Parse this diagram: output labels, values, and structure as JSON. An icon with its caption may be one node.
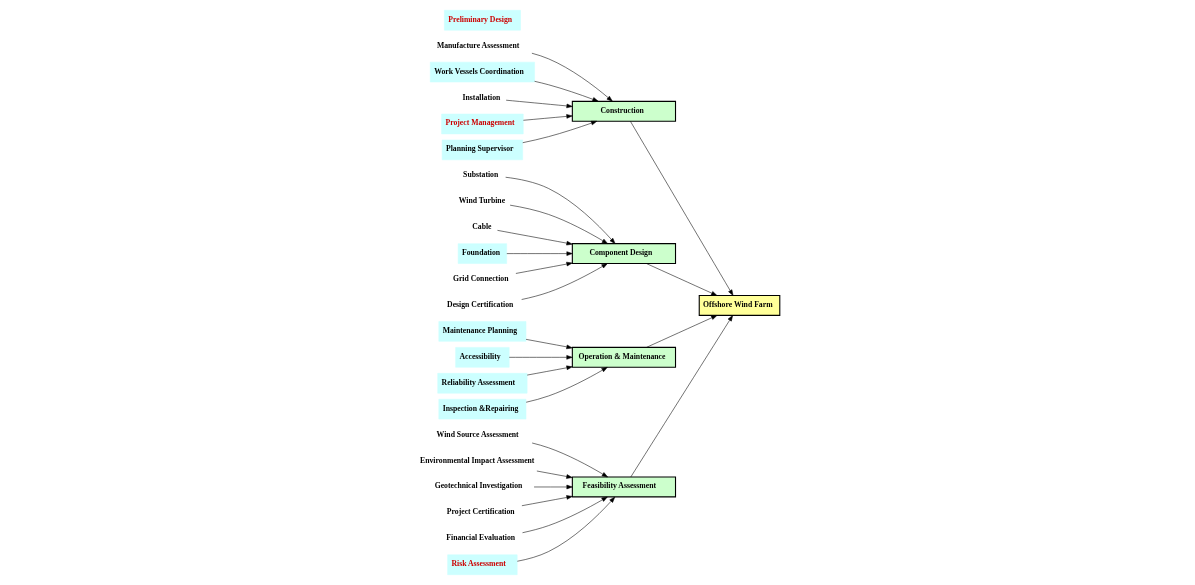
{
  "diagram": {
    "nodes": [
      {
        "text": [
          "Feasibility Assessment"
        ]
      },
      {
        "text": [
          "Wind Source Assessment"
        ]
      },
      {
        "text": [
          "Environmental Impact Assessment"
        ]
      },
      {
        "text": [
          "Geotechnical Investigation"
        ]
      },
      {
        "text": [
          "Preliminary Design"
        ]
      },
      {
        "text": [
          "Project Certification"
        ]
      },
      {
        "text": [
          "Financial Evaluation"
        ]
      },
      {
        "text": [
          "Risk Assessment"
        ]
      },
      {
        "text": [
          "Construction"
        ]
      },
      {
        "text": [
          "Manufacture Assessment"
        ]
      },
      {
        "text": [
          "Work Vessels Coordination"
        ]
      },
      {
        "text": [
          "Installation"
        ]
      },
      {
        "text": [
          "Project Management"
        ]
      },
      {
        "text": [
          "Planning Supervisor"
        ]
      },
      {
        "text": [
          "Offshore Wind Farm"
        ]
      },
      {
        "text": [
          "Substation"
        ]
      },
      {
        "text": [
          "Wind Turbine"
        ]
      },
      {
        "text": [
          "Cable"
        ]
      },
      {
        "text": [
          "Foundation"
        ]
      },
      {
        "text": [
          "Grid Connection"
        ]
      },
      {
        "text": [
          "Design Certification"
        ]
      },
      {
        "text": [
          "Maintenance Planning"
        ]
      },
      {
        "text": [
          "Accessibility"
        ]
      },
      {
        "text": [
          "Reliability Assessment"
        ]
      },
      {
        "text": [
          "Inspection &Repairing"
        ]
      },
      {
        "text": [
          "Component Design"
        ]
      },
      {
        "text": [
          "Operation & Maintenance"
        ]
      }
    ],
    "edges": [
      {
        "from": 1,
        "to": 0,
        "arrow": "to"
      },
      {
        "from": 2,
        "to": 0,
        "arrow": "to"
      },
      {
        "from": 3,
        "to": 0,
        "arrow": "to"
      },
      {
        "from": 5,
        "to": 0,
        "arrow": "to"
      },
      {
        "from": 6,
        "to": 0,
        "arrow": "to"
      },
      {
        "from": 7,
        "to": 0,
        "arrow": "to"
      },
      {
        "from": 9,
        "to": 8,
        "arrow": "to"
      },
      {
        "from": 10,
        "to": 8,
        "arrow": "to"
      },
      {
        "from": 11,
        "to": 8,
        "arrow": "to"
      },
      {
        "from": 12,
        "to": 8,
        "arrow": "to"
      },
      {
        "from": 13,
        "to": 8,
        "arrow": "to"
      },
      {
        "from": 15,
        "to": 25,
        "arrow": "to"
      },
      {
        "from": 16,
        "to": 25,
        "arrow": "to"
      },
      {
        "from": 17,
        "to": 25,
        "arrow": "to"
      },
      {
        "from": 18,
        "to": 25,
        "arrow": "to"
      },
      {
        "from": 19,
        "to": 25,
        "arrow": "to"
      },
      {
        "from": 20,
        "to": 25,
        "arrow": "to"
      },
      {
        "from": 21,
        "to": 26,
        "arrow": "to"
      },
      {
        "from": 22,
        "to": 26,
        "arrow": "to"
      },
      {
        "from": 23,
        "to": 26,
        "arrow": "to"
      },
      {
        "from": 24,
        "to": 26,
        "arrow": "to"
      },
      {
        "from": 0,
        "to": 14,
        "arrow": "to"
      },
      {
        "from": 8,
        "to": 14,
        "arrow": "to"
      },
      {
        "from": 25,
        "to": 14,
        "arrow": "to"
      },
      {
        "from": 26,
        "to": 14,
        "arrow": "to"
      }
    ]
  }
}
